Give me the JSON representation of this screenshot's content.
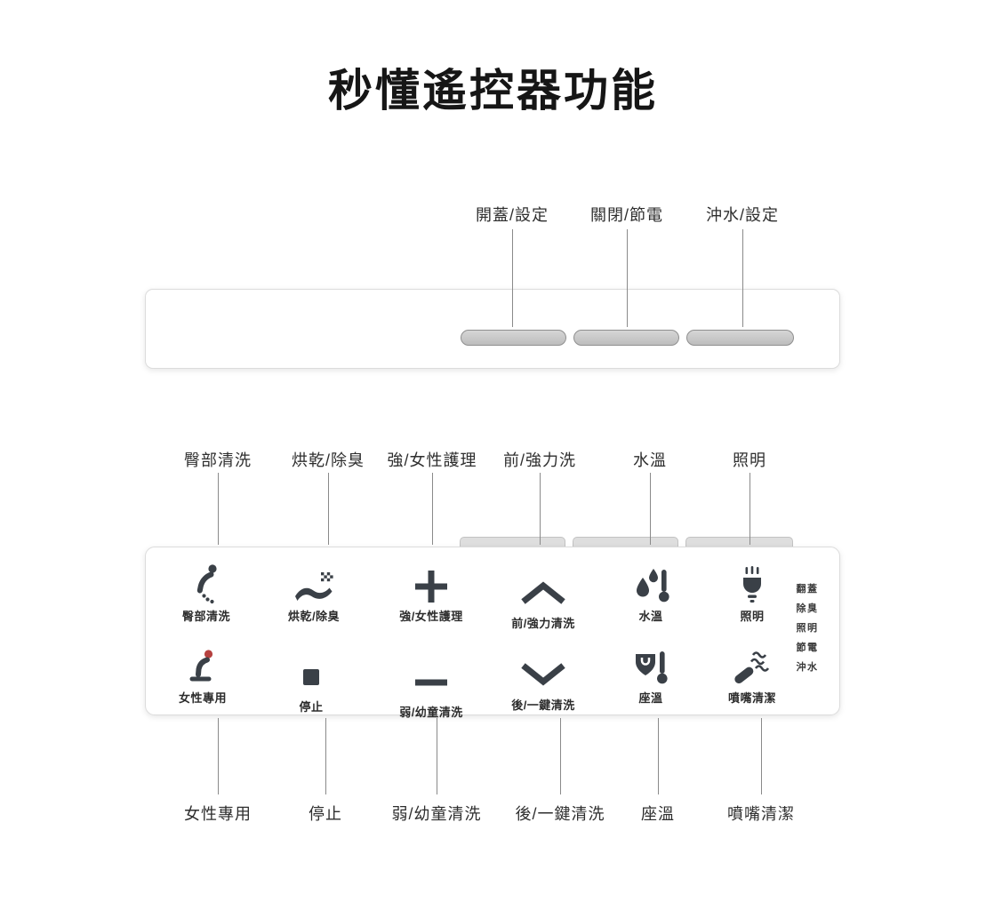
{
  "title": "秒懂遙控器功能",
  "colors": {
    "icon": "#3a4047",
    "accent_red": "#b5413f",
    "button_gray": "#c7c7c7",
    "line_gray": "#8a8a8a"
  },
  "top_remote": {
    "callouts": [
      {
        "label": "開蓋/設定"
      },
      {
        "label": "關閉/節電"
      },
      {
        "label": "沖水/設定"
      }
    ]
  },
  "panel": {
    "row1": [
      {
        "label": "臀部清洗",
        "callout": "臀部清洗",
        "icon": "rear-wash-icon"
      },
      {
        "label": "烘乾/除臭",
        "callout": "烘乾/除臭",
        "icon": "dry-deodorize-icon"
      },
      {
        "label": "強/女性護理",
        "callout": "強/女性護理",
        "icon": "plus-icon"
      },
      {
        "label": "前/強力清洗",
        "callout": "前/強力洗",
        "icon": "chevron-up-icon"
      },
      {
        "label": "水溫",
        "callout": "水溫",
        "icon": "water-temperature-icon"
      },
      {
        "label": "照明",
        "callout": "照明",
        "icon": "light-icon"
      }
    ],
    "row2": [
      {
        "label": "女性專用",
        "callout": "女性專用",
        "icon": "feminine-wash-icon"
      },
      {
        "label": "停止",
        "callout": "停止",
        "icon": "stop-icon"
      },
      {
        "label": "弱/幼童清洗",
        "callout": "弱/幼童清洗",
        "icon": "minus-icon"
      },
      {
        "label": "後/一鍵清洗",
        "callout": "後/一鍵清洗",
        "icon": "chevron-down-icon"
      },
      {
        "label": "座溫",
        "callout": "座溫",
        "icon": "seat-temperature-icon"
      },
      {
        "label": "噴嘴清潔",
        "callout": "噴嘴清潔",
        "icon": "nozzle-clean-icon"
      }
    ],
    "side_labels": [
      "翻蓋",
      "除臭",
      "照明",
      "節電",
      "沖水"
    ]
  }
}
